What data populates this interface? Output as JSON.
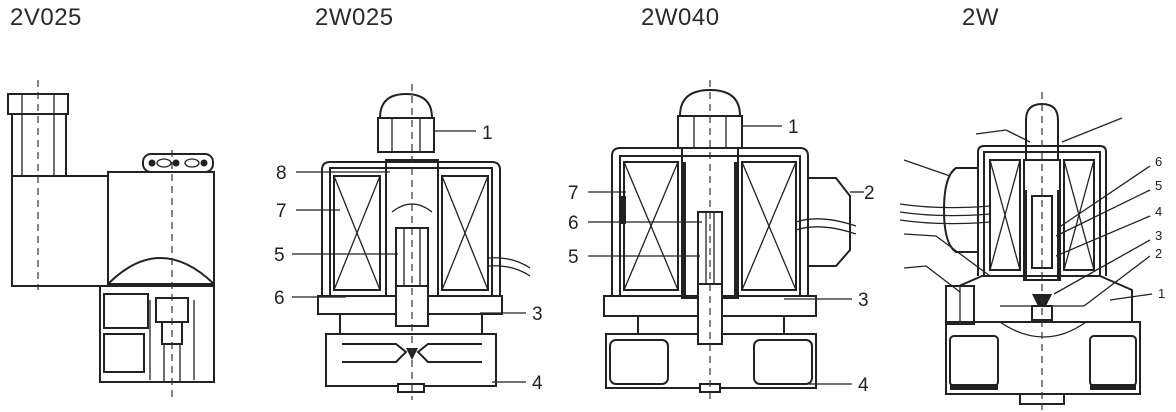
{
  "diagrams": [
    {
      "title": "2V025",
      "labels": []
    },
    {
      "title": "2W025",
      "labels": [
        "1",
        "8",
        "7",
        "5",
        "6",
        "3",
        "4"
      ]
    },
    {
      "title": "2W040",
      "labels": [
        "1",
        "7",
        "2",
        "6",
        "5",
        "3",
        "4"
      ]
    },
    {
      "title": "2W",
      "labels": [
        "6",
        "5",
        "4",
        "3",
        "2",
        "1"
      ]
    }
  ],
  "colors": {
    "line": "#222222",
    "background": "#ffffff"
  }
}
